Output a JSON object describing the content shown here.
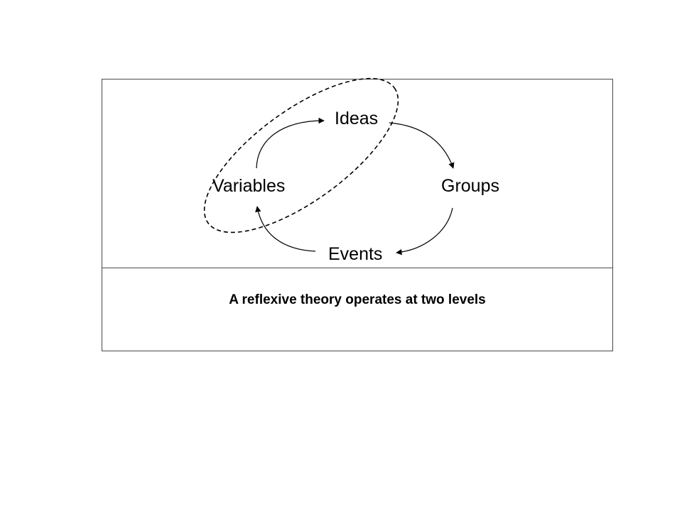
{
  "diagram": {
    "nodes": {
      "ideas": "Ideas",
      "groups": "Groups",
      "events": "Events",
      "variables": "Variables"
    },
    "caption": "A reflexive theory operates at two levels"
  },
  "colors": {
    "line": "#000000",
    "frame": "#4a4a4a",
    "background": "#ffffff"
  }
}
